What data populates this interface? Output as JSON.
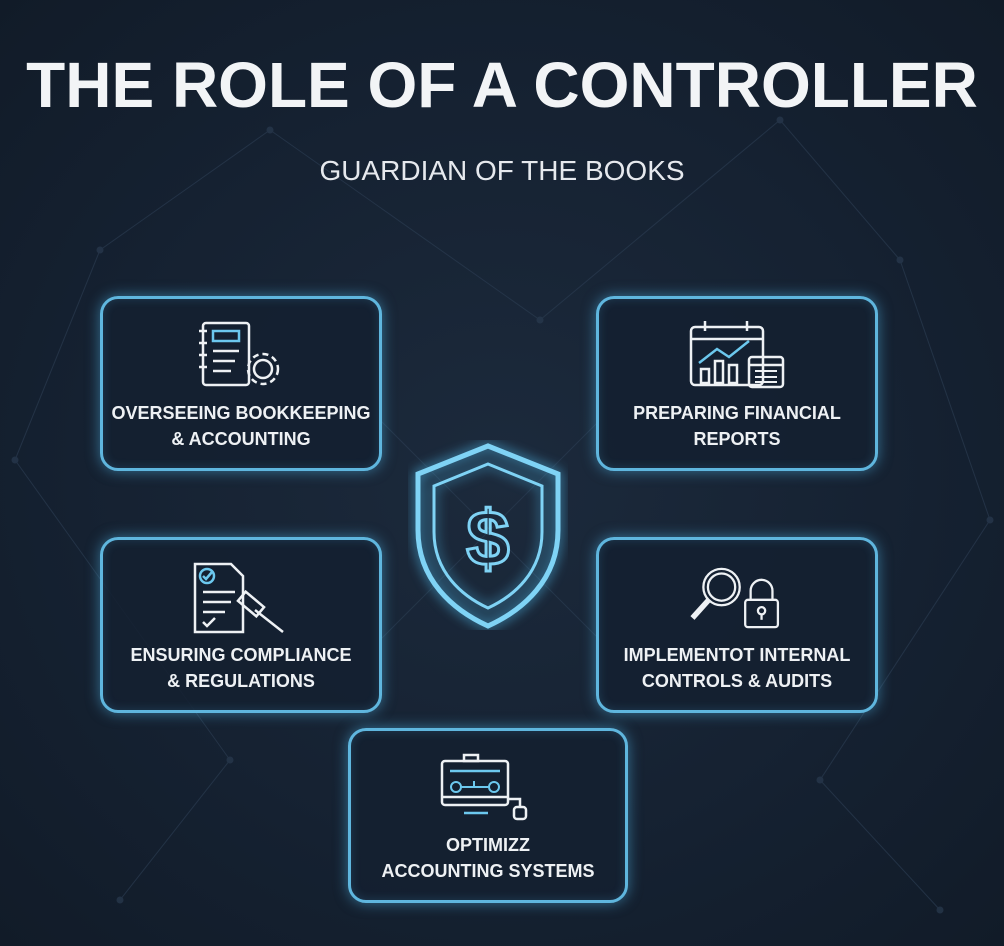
{
  "header": {
    "title": "THE ROLE OF A CONTROLLER",
    "subtitle": "GUARDIAN OF THE BOOKS"
  },
  "center": {
    "icon": "shield-dollar-icon",
    "symbol": "$"
  },
  "cards": [
    {
      "icon": "notebook-gear-icon",
      "line1": "OVERSEEING BOOKKEEPING",
      "line2": "& ACCOUNTING"
    },
    {
      "icon": "calendar-chart-icon",
      "line1": "PREPARING FINANCIAL",
      "line2": "REPORTS"
    },
    {
      "icon": "document-gavel-icon",
      "line1": "ENSURING COMPLIANCE",
      "line2": "& REGULATIONS"
    },
    {
      "icon": "magnifier-lock-icon",
      "line1": "IMPLEMENTOT INTERNAL",
      "line2": "CONTROLS & AUDITS"
    },
    {
      "icon": "computer-workflow-icon",
      "line1": "OPTIMIZZ",
      "line2": "ACCOUNTING SYSTEMS"
    }
  ],
  "colors": {
    "background": "#152131",
    "accent": "#5fb6de",
    "text": "#f2f4f6"
  }
}
